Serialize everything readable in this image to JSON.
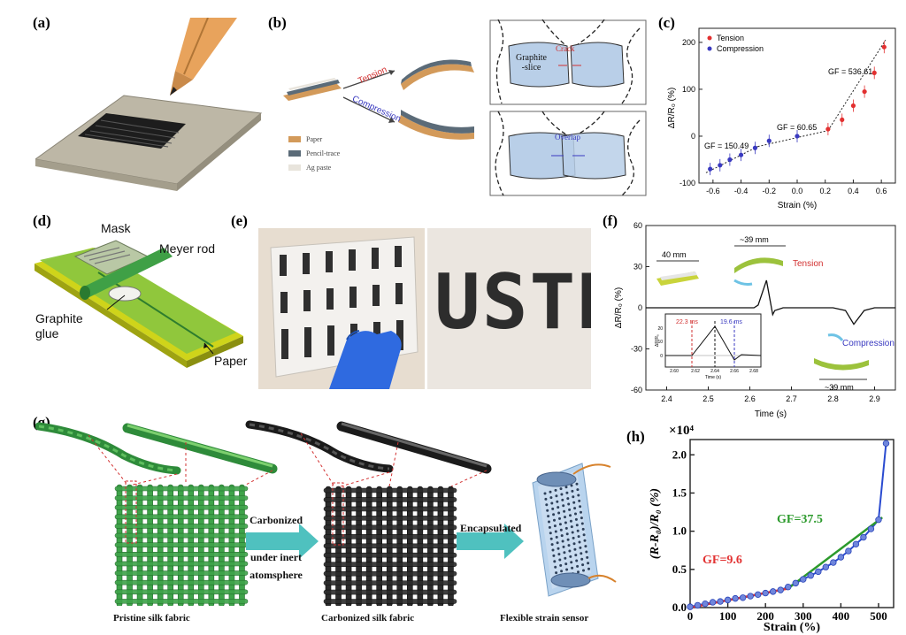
{
  "panels": {
    "a": {
      "label": "(a)"
    },
    "b": {
      "label": "(b)",
      "tension": "Tension",
      "compression": "Compression",
      "legend": [
        "Paper",
        "Pencil-trace",
        "Ag paste"
      ],
      "graphite_slice": "Graphite\n-slice",
      "crack": "Crack",
      "overlap": "Overlap"
    },
    "c": {
      "label": "(c)",
      "legend": [
        "Tension",
        "Compression"
      ],
      "gf_labels": [
        "GF = 150.49",
        "GF = 60.65",
        "GF = 536.61"
      ],
      "xlabel": "Strain (%)",
      "ylabel": "ΔR/R₀ (%)",
      "xticks": [
        "-0.6",
        "-0.4",
        "-0.2",
        "0.0",
        "0.2",
        "0.4",
        "0.6"
      ],
      "yticks": [
        "-100",
        "0",
        "100",
        "200"
      ]
    },
    "d": {
      "label": "(d)",
      "mask": "Mask",
      "meyer_rod": "Meyer rod",
      "graphite_glue": "Graphite\nglue",
      "paper": "Paper"
    },
    "e": {
      "label": "(e)",
      "text": "USTB"
    },
    "f": {
      "label": "(f)",
      "dim1": "40 mm",
      "dim2": "~39 mm",
      "dim3": "~39 mm",
      "tension": "Tension",
      "compression": "Compression",
      "inset_t1": "22.3 ms",
      "inset_t2": "19.6 ms",
      "inset_xticks": [
        "2.60",
        "2.62",
        "2.64",
        "2.66",
        "2.68"
      ],
      "inset_xlabel": "Time (s)",
      "inset_ylabel": "ΔR/R₀",
      "inset_yticks": [
        "20",
        "10",
        "0"
      ],
      "xlabel": "Time (s)",
      "ylabel": "ΔR/R₀ (%)",
      "xticks": [
        "2.4",
        "2.5",
        "2.6",
        "2.7",
        "2.8",
        "2.9"
      ],
      "yticks": [
        "60",
        "30",
        "0",
        "-30",
        "-60"
      ]
    },
    "g": {
      "label": "(g)",
      "step1_line1": "Carbonized",
      "step1_line2": "under inert",
      "step1_line3": "atomsphere",
      "step2": "Encapsulated",
      "cap1": "Pristine silk fabric",
      "cap2": "Carbonized  silk fabric",
      "cap3": "Flexible strain sensor"
    },
    "h": {
      "label": "(h)",
      "multiplier": "×10⁴",
      "gf1": "GF=9.6",
      "gf2": "GF=37.5",
      "xlabel": "Strain (%)",
      "ylabel": "(R-R₀)/R₀ (%)",
      "xticks": [
        "0",
        "100",
        "200",
        "300",
        "400",
        "500"
      ],
      "yticks": [
        "0.0",
        "0.5",
        "1.0",
        "1.5",
        "2.0"
      ]
    }
  },
  "chart_data": [
    {
      "type": "scatter",
      "panel": "c",
      "xlabel": "Strain (%)",
      "ylabel": "ΔR/R₀ (%)",
      "xlim": [
        -0.7,
        0.7
      ],
      "ylim": [
        -100,
        230
      ],
      "series": [
        {
          "name": "Tension",
          "color": "#e23030",
          "x": [
            0.22,
            0.32,
            0.4,
            0.48,
            0.55,
            0.62
          ],
          "y": [
            15,
            35,
            65,
            95,
            135,
            190
          ]
        },
        {
          "name": "Compression",
          "color": "#3a3ac0",
          "x": [
            -0.62,
            -0.55,
            -0.48,
            -0.4,
            -0.3,
            -0.2,
            0.0
          ],
          "y": [
            -70,
            -62,
            -50,
            -40,
            -25,
            -10,
            0
          ]
        }
      ],
      "fits": [
        {
          "label": "GF = 150.49",
          "x": [
            -0.65,
            -0.28
          ],
          "y": [
            -78,
            -22
          ]
        },
        {
          "label": "GF = 60.65",
          "x": [
            -0.28,
            0.22
          ],
          "y": [
            -22,
            12
          ]
        },
        {
          "label": "GF = 536.61",
          "x": [
            0.22,
            0.63
          ],
          "y": [
            12,
            205
          ]
        }
      ]
    },
    {
      "type": "line",
      "panel": "f",
      "xlabel": "Time (s)",
      "ylabel": "ΔR/R₀ (%)",
      "xlim": [
        2.35,
        2.95
      ],
      "ylim": [
        -60,
        60
      ],
      "x": [
        2.35,
        2.61,
        2.62,
        2.64,
        2.655,
        2.66,
        2.68,
        2.8,
        2.83,
        2.85,
        2.875,
        2.9,
        2.95
      ],
      "y": [
        0,
        0,
        2,
        20,
        -5,
        -2,
        0,
        0,
        -2,
        -12,
        -2,
        0,
        0
      ]
    },
    {
      "type": "scatter",
      "panel": "h",
      "xlabel": "Strain (%)",
      "ylabel": "(R-R₀)/R₀ (%)",
      "multiplier": "×10⁴",
      "xlim": [
        0,
        540
      ],
      "ylim": [
        0,
        2.2
      ],
      "series": [
        {
          "name": "",
          "color": "#3d55c8",
          "x": [
            0,
            20,
            40,
            60,
            80,
            100,
            120,
            140,
            160,
            180,
            200,
            220,
            240,
            260,
            280,
            300,
            320,
            340,
            360,
            380,
            400,
            420,
            440,
            460,
            480,
            500,
            520
          ],
          "y": [
            0.01,
            0.03,
            0.05,
            0.07,
            0.08,
            0.1,
            0.12,
            0.13,
            0.15,
            0.17,
            0.19,
            0.21,
            0.23,
            0.27,
            0.32,
            0.37,
            0.42,
            0.47,
            0.53,
            0.59,
            0.66,
            0.74,
            0.83,
            0.92,
            1.03,
            1.15,
            2.15
          ]
        }
      ],
      "fits": [
        {
          "label": "GF=9.6",
          "color": "#e23333",
          "x": [
            0,
            260
          ],
          "y": [
            0.0,
            0.25
          ]
        },
        {
          "label": "GF=37.5",
          "color": "#2c9a2c",
          "x": [
            260,
            510
          ],
          "y": [
            0.25,
            1.18
          ]
        }
      ]
    }
  ]
}
